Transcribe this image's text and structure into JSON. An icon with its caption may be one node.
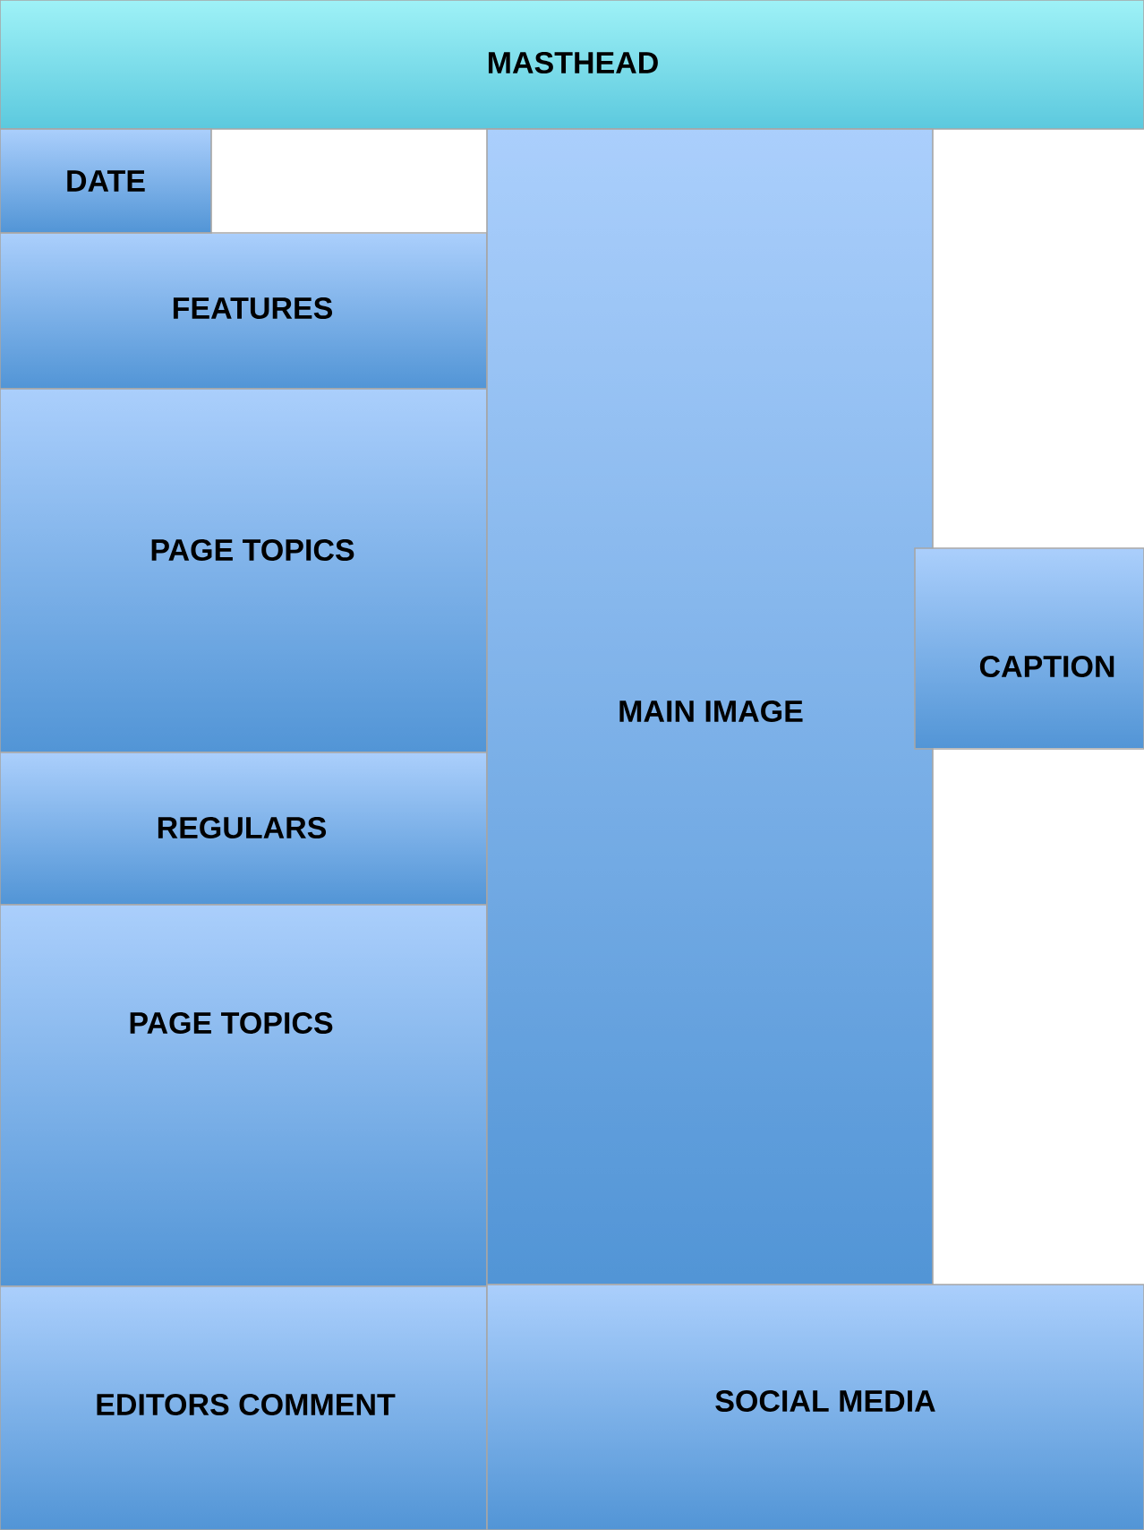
{
  "diagram": {
    "nodes": [
      {
        "text": [
          "MASTHEAD"
        ]
      },
      {
        "text": [
          "DATE"
        ]
      },
      {
        "text": [
          "FEATURES"
        ]
      },
      {
        "text": [
          "PAGE TOPICS"
        ]
      },
      {
        "text": [
          "REGULARS"
        ]
      },
      {
        "text": [
          "PAGE TOPICS"
        ]
      },
      {
        "text": [
          "MAIN IMAGE"
        ]
      },
      {
        "text": [
          "CAPTION"
        ]
      },
      {
        "text": [
          "EDITORS COMMENT"
        ]
      },
      {
        "text": [
          "SOCIAL MEDIA"
        ]
      }
    ]
  }
}
